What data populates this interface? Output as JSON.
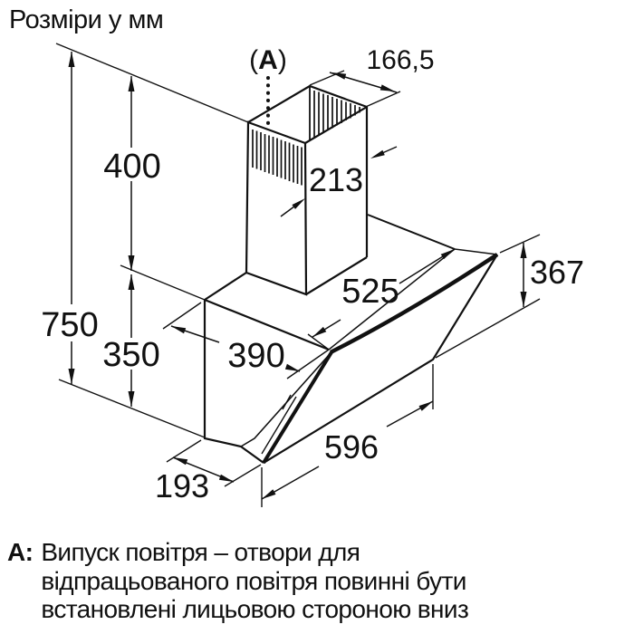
{
  "title": "Розміри у мм",
  "diagram": {
    "callout_label": {
      "open": "(",
      "letter": "A",
      "close": ")"
    },
    "dims": {
      "total_height": "750",
      "chimney_height": "400",
      "body_height": "350",
      "chimney_depth": "166,5",
      "chimney_width": "213",
      "glass_top_width": "525",
      "glass_height": "367",
      "top_depth": "390",
      "bottom_width": "596",
      "bottom_depth": "193"
    }
  },
  "note": {
    "prefix": "A:",
    "lines": [
      "Випуск повітря – отвори для",
      "відпрацьованого повітря повинні бути",
      "встановлені лицьовою стороною вниз"
    ]
  }
}
